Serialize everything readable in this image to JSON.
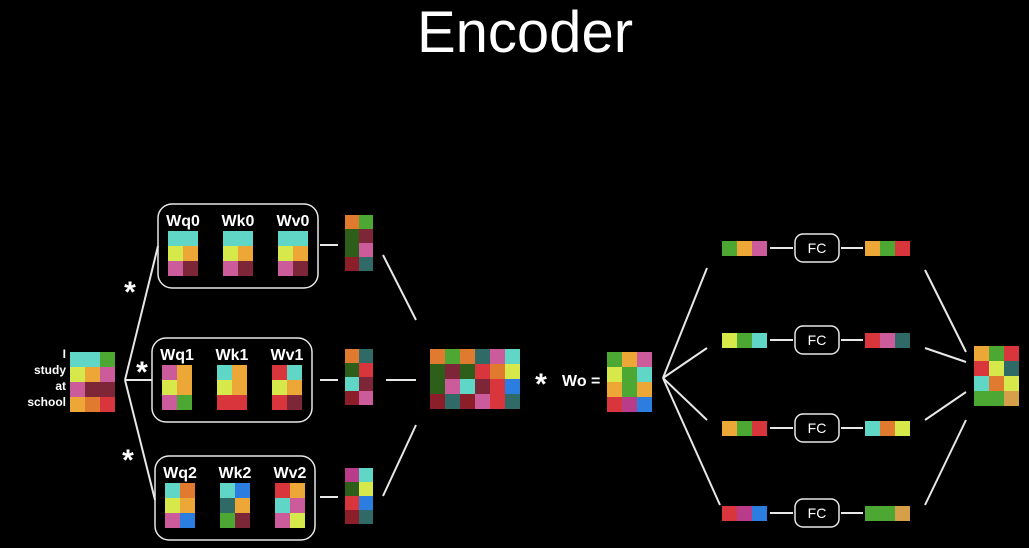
{
  "title": "Encoder",
  "colors": {
    "teal": "#5fd6c6",
    "yellow": "#d7e84a",
    "orange": "#eda736",
    "pink": "#cc5b9b",
    "maroon": "#7c2638",
    "darkred": "#8c1e2a",
    "red": "#d8363c",
    "green": "#4da833",
    "darkgreen": "#2e5f1a",
    "darkteal": "#2f6a66",
    "blue": "#2b7ee0",
    "tan": "#d6a04a",
    "magenta": "#b83c8a",
    "dorange": "#e07a2e"
  },
  "input": {
    "tokens": [
      "I",
      "study",
      "at",
      "school"
    ],
    "matrix": [
      [
        "teal",
        "teal",
        "green"
      ],
      [
        "yellow",
        "orange",
        "pink"
      ],
      [
        "pink",
        "maroon",
        "maroon"
      ],
      [
        "orange",
        "dorange",
        "red"
      ]
    ]
  },
  "heads": [
    {
      "labels": [
        "Wq0",
        "Wk0",
        "Wv0"
      ],
      "mats": [
        [
          [
            "teal",
            "teal"
          ],
          [
            "yellow",
            "orange"
          ],
          [
            "pink",
            "maroon"
          ]
        ],
        [
          [
            "teal",
            "teal"
          ],
          [
            "yellow",
            "orange"
          ],
          [
            "pink",
            "maroon"
          ]
        ],
        [
          [
            "teal",
            "teal"
          ],
          [
            "yellow",
            "orange"
          ],
          [
            "pink",
            "maroon"
          ]
        ]
      ],
      "out": [
        [
          "dorange",
          "green"
        ],
        [
          "darkgreen",
          "maroon"
        ],
        [
          "darkgreen",
          "pink"
        ],
        [
          "darkred",
          "darkteal"
        ]
      ]
    },
    {
      "labels": [
        "Wq1",
        "Wk1",
        "Wv1"
      ],
      "mats": [
        [
          [
            "pink",
            "orange"
          ],
          [
            "yellow",
            "orange"
          ],
          [
            "pink",
            "green"
          ]
        ],
        [
          [
            "teal",
            "orange"
          ],
          [
            "yellow",
            "orange"
          ],
          [
            "red",
            "red"
          ]
        ],
        [
          [
            "red",
            "teal"
          ],
          [
            "yellow",
            "orange"
          ],
          [
            "red",
            "maroon"
          ]
        ]
      ],
      "out": [
        [
          "dorange",
          "darkteal"
        ],
        [
          "darkgreen",
          "red"
        ],
        [
          "teal",
          "maroon"
        ],
        [
          "darkred",
          "pink"
        ]
      ]
    },
    {
      "labels": [
        "Wq2",
        "Wk2",
        "Wv2"
      ],
      "mats": [
        [
          [
            "teal",
            "dorange"
          ],
          [
            "yellow",
            "orange"
          ],
          [
            "pink",
            "blue"
          ]
        ],
        [
          [
            "teal",
            "blue"
          ],
          [
            "darkteal",
            "orange"
          ],
          [
            "green",
            "maroon"
          ]
        ],
        [
          [
            "red",
            "orange"
          ],
          [
            "teal",
            "pink"
          ],
          [
            "pink",
            "yellow"
          ]
        ]
      ],
      "out": [
        [
          "magenta",
          "teal"
        ],
        [
          "darkgreen",
          "yellow"
        ],
        [
          "red",
          "blue"
        ],
        [
          "darkred",
          "darkteal"
        ]
      ]
    }
  ],
  "concat": [
    [
      "dorange",
      "green",
      "dorange",
      "darkteal",
      "pink",
      "teal"
    ],
    [
      "darkgreen",
      "maroon",
      "darkgreen",
      "red",
      "dorange",
      "yellow"
    ],
    [
      "darkgreen",
      "pink",
      "teal",
      "maroon",
      "red",
      "blue"
    ],
    [
      "darkred",
      "darkteal",
      "darkred",
      "pink",
      "red",
      "darkteal"
    ]
  ],
  "multiply_symbol": "*",
  "wo_label": "Wo =",
  "z": [
    [
      "green",
      "orange",
      "pink"
    ],
    [
      "yellow",
      "green",
      "teal"
    ],
    [
      "orange",
      "green",
      "orange"
    ],
    [
      "red",
      "magenta",
      "blue"
    ]
  ],
  "fc": [
    {
      "in": [
        "green",
        "orange",
        "pink"
      ],
      "label": "FC",
      "out": [
        "orange",
        "green",
        "red"
      ]
    },
    {
      "in": [
        "yellow",
        "green",
        "teal"
      ],
      "label": "FC",
      "out": [
        "red",
        "pink",
        "darkteal"
      ]
    },
    {
      "in": [
        "orange",
        "green",
        "red"
      ],
      "label": "FC",
      "out": [
        "teal",
        "dorange",
        "yellow"
      ]
    },
    {
      "in": [
        "red",
        "magenta",
        "blue"
      ],
      "label": "FC",
      "out": [
        "green",
        "green",
        "tan"
      ]
    }
  ],
  "output": [
    [
      "orange",
      "green",
      "red"
    ],
    [
      "red",
      "yellow",
      "darkteal"
    ],
    [
      "teal",
      "dorange",
      "yellow"
    ],
    [
      "green",
      "green",
      "tan"
    ]
  ]
}
